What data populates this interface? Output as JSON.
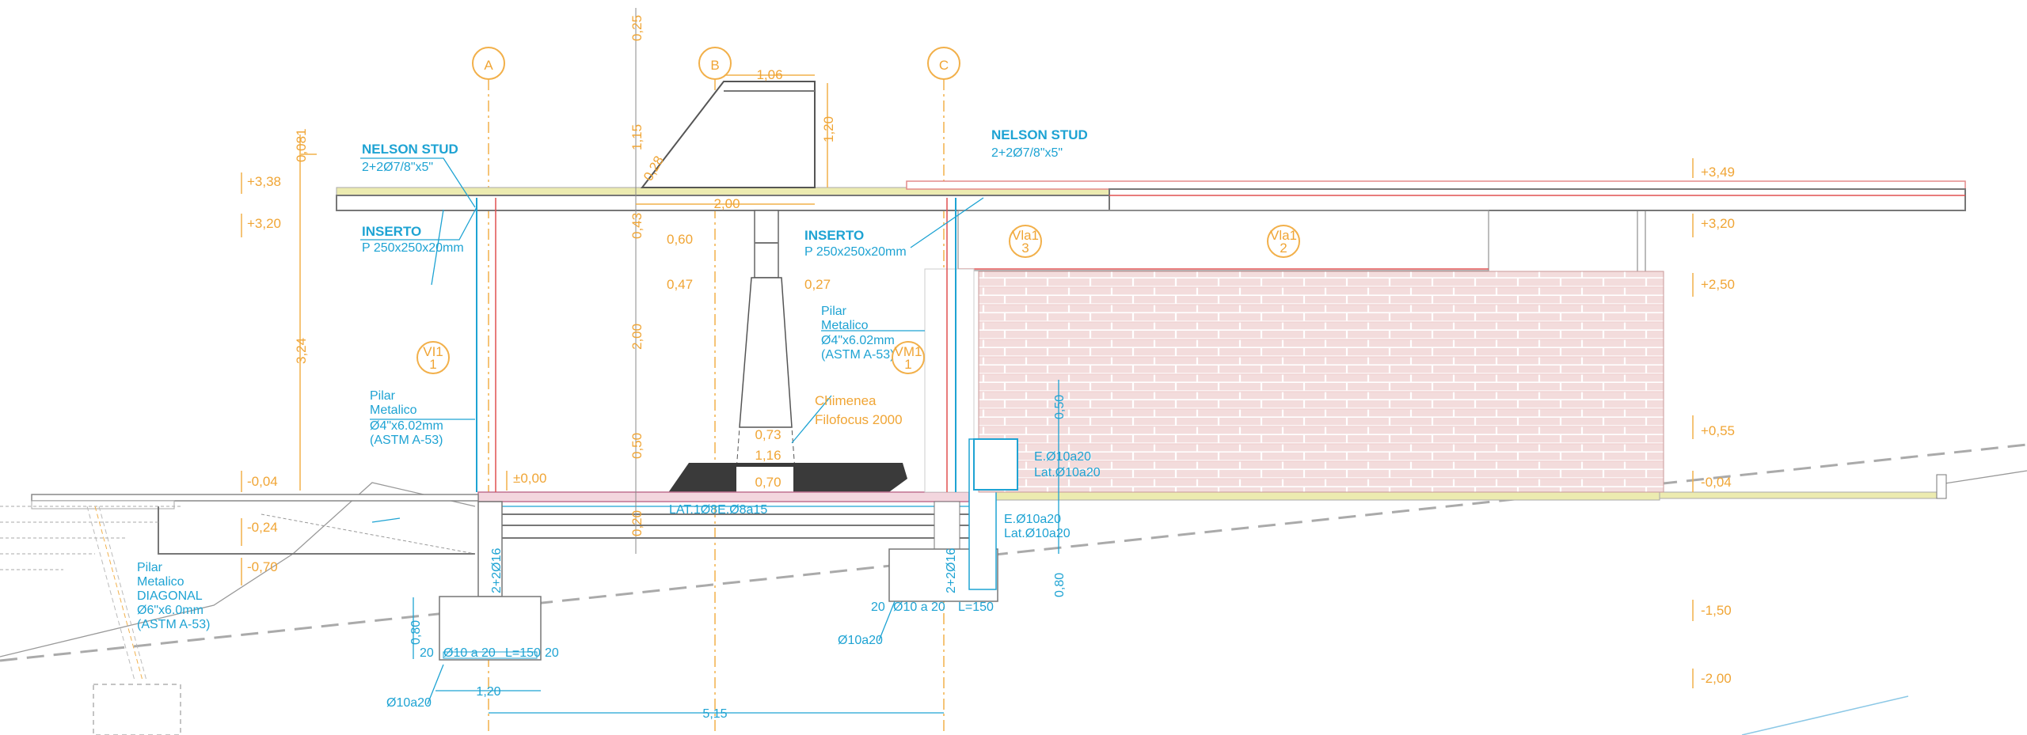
{
  "grid_axes": [
    "A",
    "B",
    "C"
  ],
  "annotations": {
    "nelson_left": [
      "NELSON STUD",
      "2+2Ø7/8\"x5\""
    ],
    "nelson_right": [
      "NELSON STUD",
      "2+2Ø7/8\"x5\""
    ],
    "inserto_left": [
      "INSERTO",
      "P 250x250x20mm"
    ],
    "inserto_right": [
      "INSERTO",
      "P 250x250x20mm"
    ],
    "pilar_left": [
      "Pilar",
      "Metalico",
      "Ø4\"x6.02mm",
      "(ASTM A-53)"
    ],
    "pilar_right": [
      "Pilar",
      "Metalico",
      "Ø4\"x6.02mm",
      "(ASTM A-53)"
    ],
    "pilar_diagonal": [
      "Pilar",
      "Metalico",
      "DIAGONAL",
      "Ø6\"x6.0mm",
      "(ASTM A-53)"
    ],
    "chimenea": [
      "Chimenea",
      "Filofocus 2000"
    ],
    "lat_slab": "LAT.1Ø8E.Ø8a15",
    "bar_a": "2+2Ø16",
    "bar_c": "2+2Ø16",
    "stirrup_upper": [
      "E.Ø10a20",
      "Lat.Ø10a20"
    ],
    "stirrup_lower": [
      "E.Ø10a20",
      "Lat.Ø10a20"
    ],
    "footing_a": {
      "left": "20",
      "bars": "Ø10 a 20",
      "length": "L=150",
      "right": "20",
      "height": "0,80",
      "width": "1,20",
      "callout": "Ø10a20"
    },
    "footing_c": {
      "left": "20",
      "bars": "Ø10 a 20",
      "length": "L=150",
      "callout": "Ø10a20"
    },
    "span": "5,15"
  },
  "tags": {
    "vi1": [
      "VI1",
      "1"
    ],
    "vm1": [
      "VM1",
      "1"
    ],
    "vla1_3": [
      "Vla1",
      "3"
    ],
    "vla1_2": [
      "Vla1",
      "2"
    ]
  },
  "levels_left": [
    "+3,38",
    "+3,20",
    "-0,04",
    "±0,00",
    "-0,24",
    "-0,70"
  ],
  "levels_right": [
    "+3,49",
    "+3,20",
    "+2,50",
    "+0,55",
    "-0,04",
    "-1,50",
    "-2,00"
  ],
  "dims": {
    "slab_edge": "0,081",
    "total_height": "3,24",
    "v": [
      "0,25",
      "1,15",
      "0,28",
      "0,43",
      "2,00",
      "0,50",
      "0,20"
    ],
    "chimney_top_width": "1,06",
    "chimney_height": "1,20",
    "chimney_offset": "2,00",
    "flue": [
      "0,60",
      "0,47",
      "0,27"
    ],
    "hood": [
      "0,73",
      "1,16",
      "0,70"
    ],
    "wall": [
      "0,50",
      "0,80"
    ]
  },
  "colors": {
    "dimension": "#f0a535",
    "annotation": "#1ea3d3",
    "structure": "#777777",
    "brick": "#f3dede"
  }
}
